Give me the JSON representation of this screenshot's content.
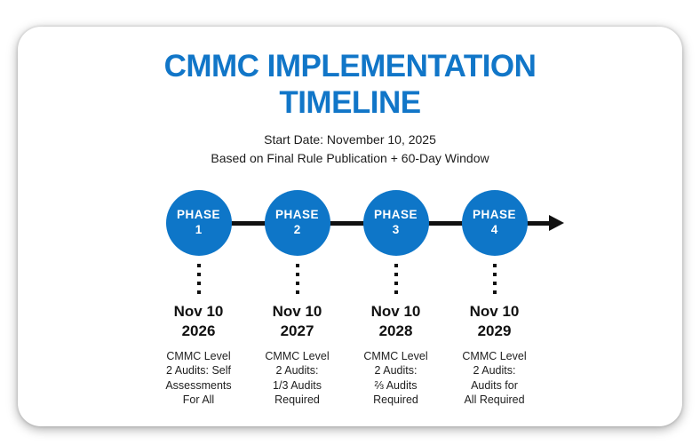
{
  "card": {
    "title": "CMMC IMPLEMENTATION TIMELINE",
    "subtitle_line1": "Start Date: November 10, 2025",
    "subtitle_line2": "Based on Final Rule Publication + 60-Day Window"
  },
  "colors": {
    "accent_blue": "#0e76c8",
    "title_blue": "#1176c8",
    "axis_black": "#111111",
    "card_background": "#ffffff"
  },
  "timeline": {
    "phases": [
      {
        "label_word": "PHASE",
        "number": "1",
        "date": "Nov 10\n2026",
        "description": "CMMC Level\n2 Audits: Self\nAssessments\nFor All"
      },
      {
        "label_word": "PHASE",
        "number": "2",
        "date": "Nov 10\n2027",
        "description": "CMMC Level\n2 Audits:\n1/3  Audits\nRequired"
      },
      {
        "label_word": "PHASE",
        "number": "3",
        "date": "Nov 10\n2028",
        "description": "CMMC Level\n2 Audits:\n⅔ Audits\nRequired"
      },
      {
        "label_word": "PHASE",
        "number": "4",
        "date": "Nov 10\n2029",
        "description": "CMMC Level\n2 Audits:\nAudits for\nAll Required"
      }
    ]
  }
}
